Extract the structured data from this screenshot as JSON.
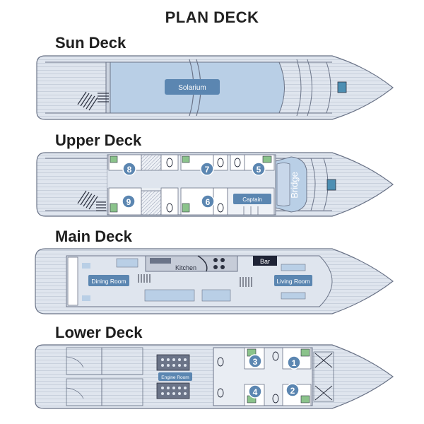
{
  "title": "PLAN DECK",
  "decks": {
    "sun": {
      "title": "Sun Deck",
      "labels": {
        "solarium": "Solarium"
      }
    },
    "upper": {
      "title": "Upper Deck",
      "labels": {
        "captain": "Captain",
        "bridge": "Bridge"
      },
      "cabins": [
        "8",
        "7",
        "5",
        "9",
        "6"
      ]
    },
    "main": {
      "title": "Main Deck",
      "labels": {
        "kitchen": "Kitchen",
        "bar": "Bar",
        "dining": "Dining Room",
        "living": "Living Room"
      }
    },
    "lower": {
      "title": "Lower Deck",
      "labels": {
        "engine": "Engine Room"
      },
      "cabins": [
        "3",
        "1",
        "4",
        "2"
      ]
    }
  },
  "colors": {
    "hull": "#dfe5ee",
    "outline": "#6b7488",
    "plank": "#c3cbd8",
    "room": "#b9cfe6",
    "label": "#5b86b1",
    "bed": "#8bc38b",
    "dark": "#2c3140"
  }
}
